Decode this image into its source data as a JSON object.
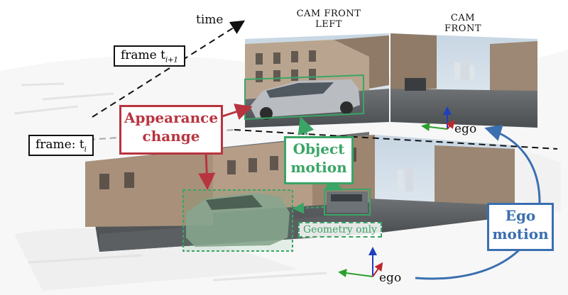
{
  "labels": {
    "time": "time",
    "frame_next": "frame t",
    "frame_next_sub": "i+1",
    "frame_current": "frame: t",
    "frame_current_sub": "i",
    "cam_front_left": "CAM FRONT LEFT",
    "cam_front": "CAM FRONT",
    "ego_top": "ego",
    "ego_bottom": "ego"
  },
  "callouts": {
    "appearance": "Appearance change",
    "object_motion": "Object motion",
    "ego_motion": "Ego motion",
    "geometry_only": "Geometry only"
  },
  "colors": {
    "red": "#b8343f",
    "green": "#3aa566",
    "blue": "#3a6fb0"
  }
}
